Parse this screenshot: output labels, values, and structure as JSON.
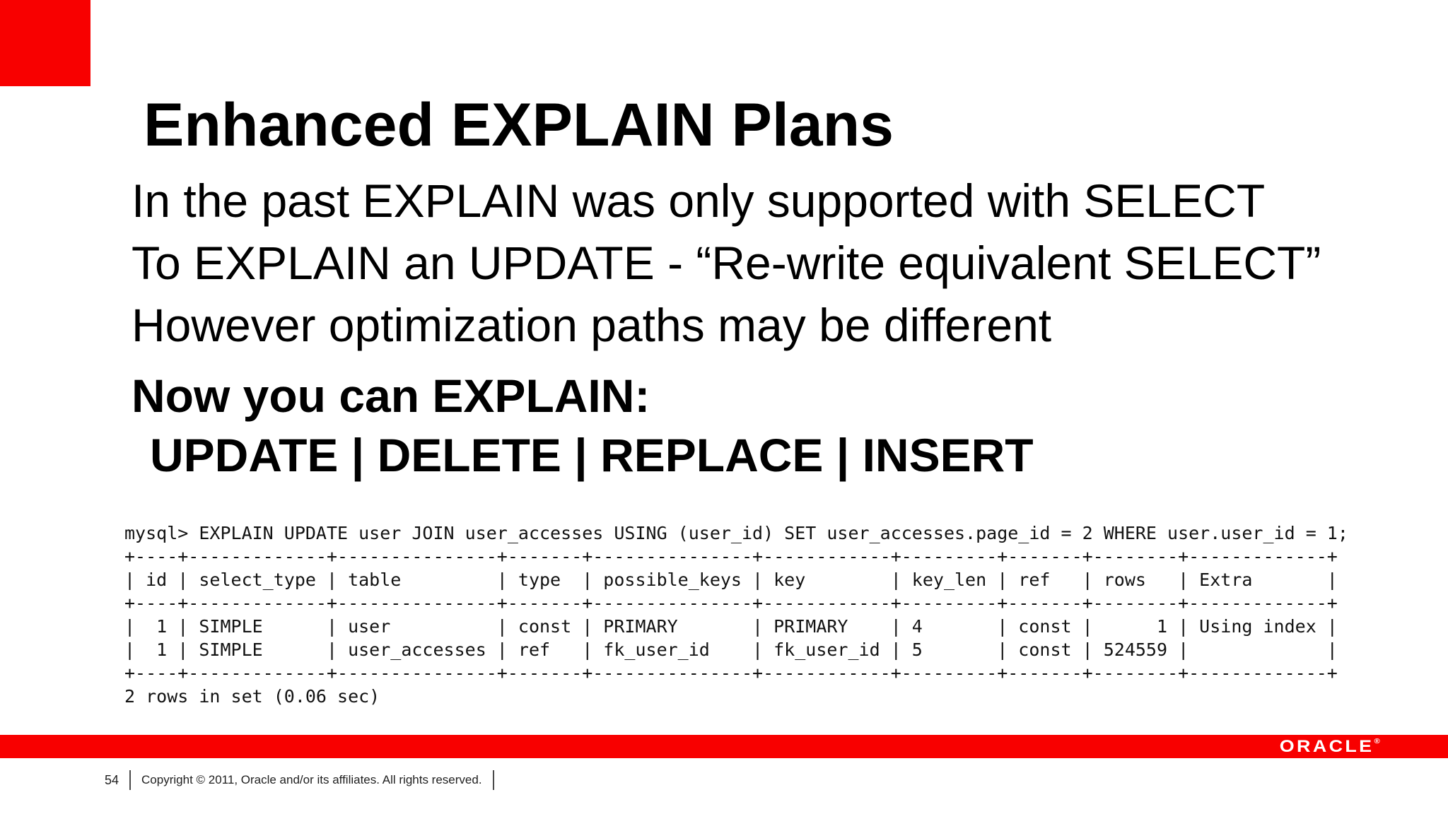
{
  "slide": {
    "title": "Enhanced EXPLAIN Plans",
    "body_lines": [
      "In the past EXPLAIN was only supported with SELECT",
      "To EXPLAIN an UPDATE - “Re-write equivalent SELECT”",
      "However optimization paths may be different"
    ],
    "emphasis_lines": [
      "Now you can EXPLAIN:",
      "UPDATE | DELETE | REPLACE | INSERT"
    ],
    "console": {
      "prompt_line": "mysql> EXPLAIN UPDATE user JOIN user_accesses USING (user_id) SET user_accesses.page_id = 2 WHERE user.user_id = 1;",
      "table": {
        "columns": [
          "id",
          "select_type",
          "table",
          "type",
          "possible_keys",
          "key",
          "key_len",
          "ref",
          "rows",
          "Extra"
        ],
        "right_aligned": [
          "id",
          "rows"
        ],
        "rows": [
          [
            "1",
            "SIMPLE",
            "user",
            "const",
            "PRIMARY",
            "PRIMARY",
            "4",
            "const",
            "1",
            "Using index"
          ],
          [
            "1",
            "SIMPLE",
            "user_accesses",
            "ref",
            "fk_user_id",
            "fk_user_id",
            "5",
            "const",
            "524559",
            ""
          ]
        ]
      },
      "status_line": "2 rows in set (0.06 sec)"
    },
    "footer": {
      "page_number": "54",
      "copyright": "Copyright © 2011, Oracle and/or its affiliates. All rights reserved.",
      "logo_text": "ORACLE",
      "logo_reg_mark": "®"
    },
    "colors": {
      "brand_red": "#f80000"
    }
  }
}
